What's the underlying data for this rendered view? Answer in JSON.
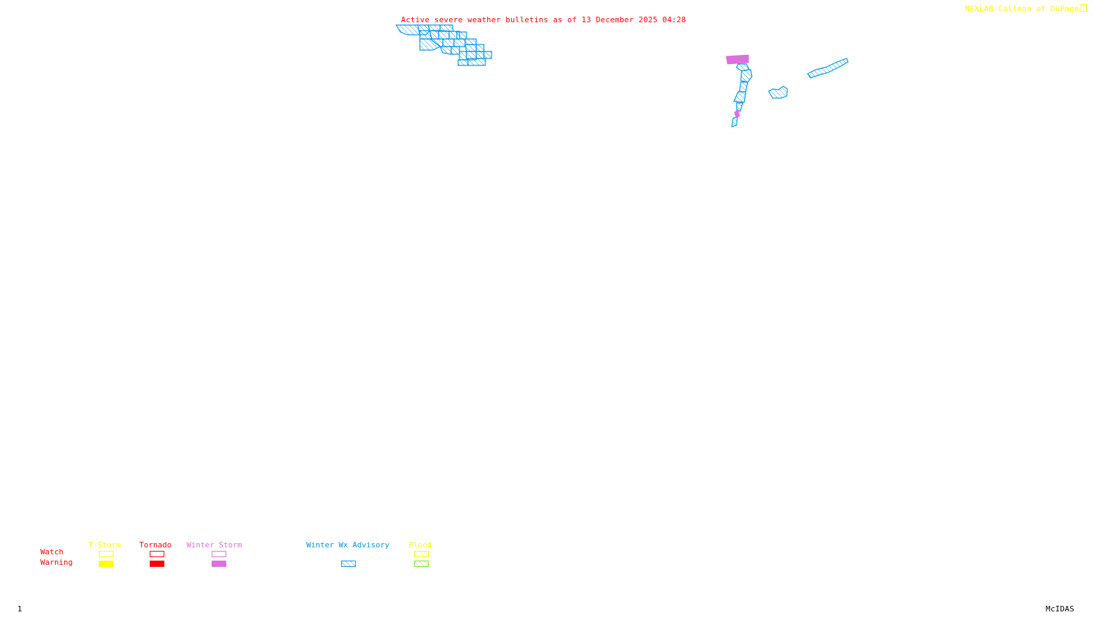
{
  "header": {
    "title": "Active severe weather bulletins as of 13 December 2025 04:28",
    "credit": "NEXLAB-College of DuPage",
    "credit_icon": "corner-logo-icon"
  },
  "footer": {
    "frame_number": "1",
    "software_label": "McIDAS"
  },
  "colors": {
    "title": "#ff0000",
    "credit": "#ffff00",
    "tstorm": "#ffff00",
    "tornado": "#ff0000",
    "winter_storm": "#dd70dd",
    "winter_wx_advisory": "#0096e6",
    "flood_watch": "#ffff00",
    "flood_warning": "#80e020"
  },
  "legend": {
    "row_labels": {
      "watch": "Watch",
      "warning": "Warning"
    },
    "columns": [
      {
        "key": "tstorm",
        "label": "T-Storm",
        "watch": "outline",
        "warning": "solid"
      },
      {
        "key": "tornado",
        "label": "Tornado",
        "watch": "outline",
        "warning": "solid"
      },
      {
        "key": "winter_storm",
        "label": "Winter Storm",
        "watch": "outline",
        "warning": "solid"
      },
      {
        "key": "winter_wx_advisory",
        "label": "Winter Wx Advisory",
        "watch": "none",
        "warning": "hatched"
      },
      {
        "key": "flood",
        "label": "Flood",
        "watch": "hatched",
        "warning": "hatched"
      }
    ]
  },
  "map_features": [
    {
      "type": "Winter Wx Advisory",
      "region": "northwest cluster",
      "style": "hatched"
    },
    {
      "type": "Winter Storm Warning",
      "region": "northeast strip top",
      "style": "solid"
    },
    {
      "type": "Winter Wx Advisory",
      "region": "northeast strip",
      "style": "hatched"
    },
    {
      "type": "Winter Storm Warning",
      "region": "northeast strip south",
      "style": "solid"
    },
    {
      "type": "Winter Wx Advisory",
      "region": "east island",
      "style": "hatched"
    },
    {
      "type": "Winter Wx Advisory",
      "region": "far east strip",
      "style": "hatched"
    }
  ]
}
